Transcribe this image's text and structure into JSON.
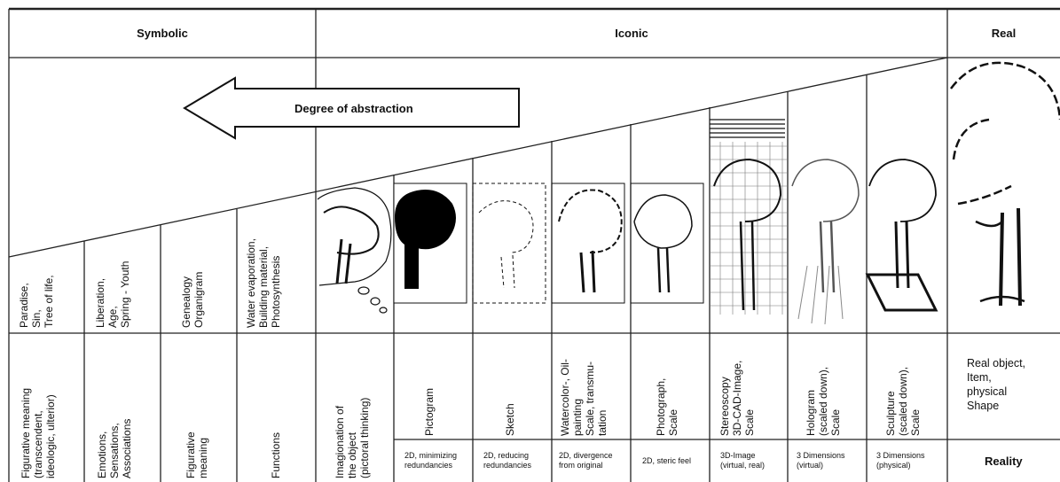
{
  "headers": {
    "symbolic": "Symbolic",
    "iconic": "Iconic",
    "real": "Real"
  },
  "arrow_label": "Degree of abstraction",
  "upper_labels": [
    "Paradise,\nSin,\nTree of life,",
    "Liberation,\nAge,\nSpring - Youth",
    "Genealogy\nOrganigram",
    "Water evaporation,\nBuilding material,\nPhotosynthesis"
  ],
  "lower_labels": [
    "Figurative meaning\n(transcendent,\nideologic, ulterior)",
    "Emotions,\nSensations,\nAssociations",
    "Figurative\nmeaning",
    "Functions",
    "Imagionation of\nthe object\n(pictoral thinking)",
    "Pictogram",
    "Sketch",
    "Watercolor-, Oil-\npainting\nScale, transmu-\ntation",
    "Photograph,\nScale",
    "Stereoscopy\n3D-CAD-Image,\nScale",
    "Hologram\n(scaled down),\nScale",
    "Sculpture\n(scaled down),\nScale"
  ],
  "real_label": "Real object,\nItem,\nphysical\nShape",
  "small_labels": [
    "2D, minimizing\nredundancies",
    "2D, reducing\nredundancies",
    "2D, divergence\nfrom original",
    "2D, steric feel",
    "3D-Image\n(virtual, real)",
    "3 Dimensions\n(virtual)",
    "3 Dimensions\n(physical)"
  ],
  "reality_label": "Reality"
}
